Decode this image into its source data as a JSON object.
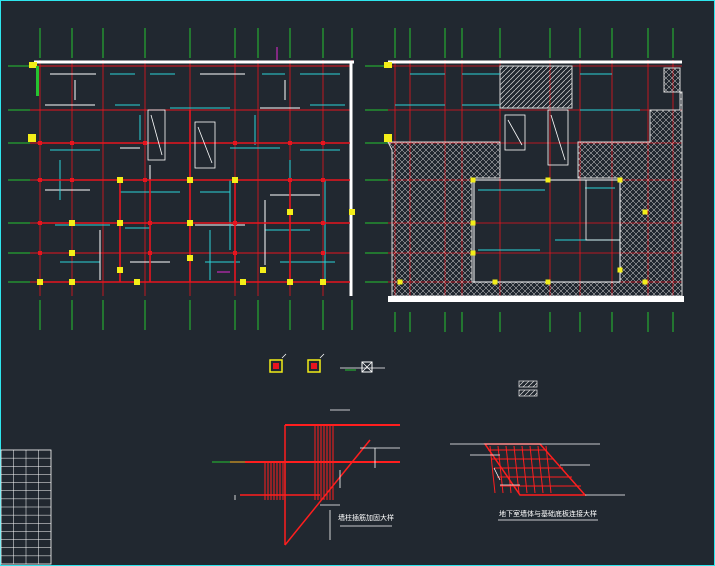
{
  "drawing": {
    "background": "#212830",
    "frame_color": "#2ee6ee",
    "colors": {
      "wall": "#ffffff",
      "axis": "#e8141e",
      "grid_tick": "#25c331",
      "column": "#f3ee19",
      "partition": "#2bd3d8",
      "hatch": "#d9d9d9",
      "magenta": "#e22ad3",
      "rebar": "#ff1e1e"
    }
  },
  "plans": {
    "left": {
      "name": "structural-plan"
    },
    "right": {
      "name": "hatched-plan"
    }
  },
  "legend": {
    "swatches": 2
  },
  "details": {
    "left_caption": "墙柱插筋加固大样",
    "right_caption": "地下室墙体与基础底板连接大样"
  },
  "title_block": {
    "rows": 14,
    "cols": 4
  }
}
